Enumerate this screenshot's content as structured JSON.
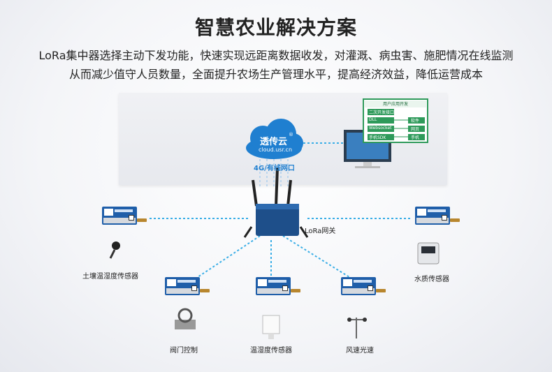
{
  "title": "智慧农业解决方案",
  "description": [
    "LoRa集中器选择主动下发功能，快速实现远距离数据收发，对灌溉、病虫害、施肥情况在线监测",
    "从而减少值守人员数量，全面提升农场生产管理水平，提高经济效益，降低运营成本"
  ],
  "cloud": {
    "name": "透传云",
    "registered": "®",
    "domain": "cloud.usr.cn"
  },
  "uplink_label": "4G/有线网口",
  "gateway_label": "LoRa网关",
  "app_panel": {
    "header": "用户应用开发",
    "rows": [
      "二次开发接口",
      "DLL",
      "Websocket",
      "手机SDK"
    ],
    "right": [
      "软件",
      "网页",
      "手机"
    ]
  },
  "nodes": [
    {
      "label": "土壤温湿度传感器",
      "icon": "soil-probe-icon"
    },
    {
      "label": "水质传感器",
      "icon": "water-quality-meter-icon"
    },
    {
      "label": "阀门控制",
      "icon": "valve-icon"
    },
    {
      "label": "温湿度传感器",
      "icon": "thermo-hygrometer-icon"
    },
    {
      "label": "风速光速",
      "icon": "anemometer-icon"
    }
  ],
  "colors": {
    "accent": "#1f7fd0",
    "link": "#3aaee6",
    "module": "#1f5ea9",
    "screen": "#2e9a5a"
  }
}
